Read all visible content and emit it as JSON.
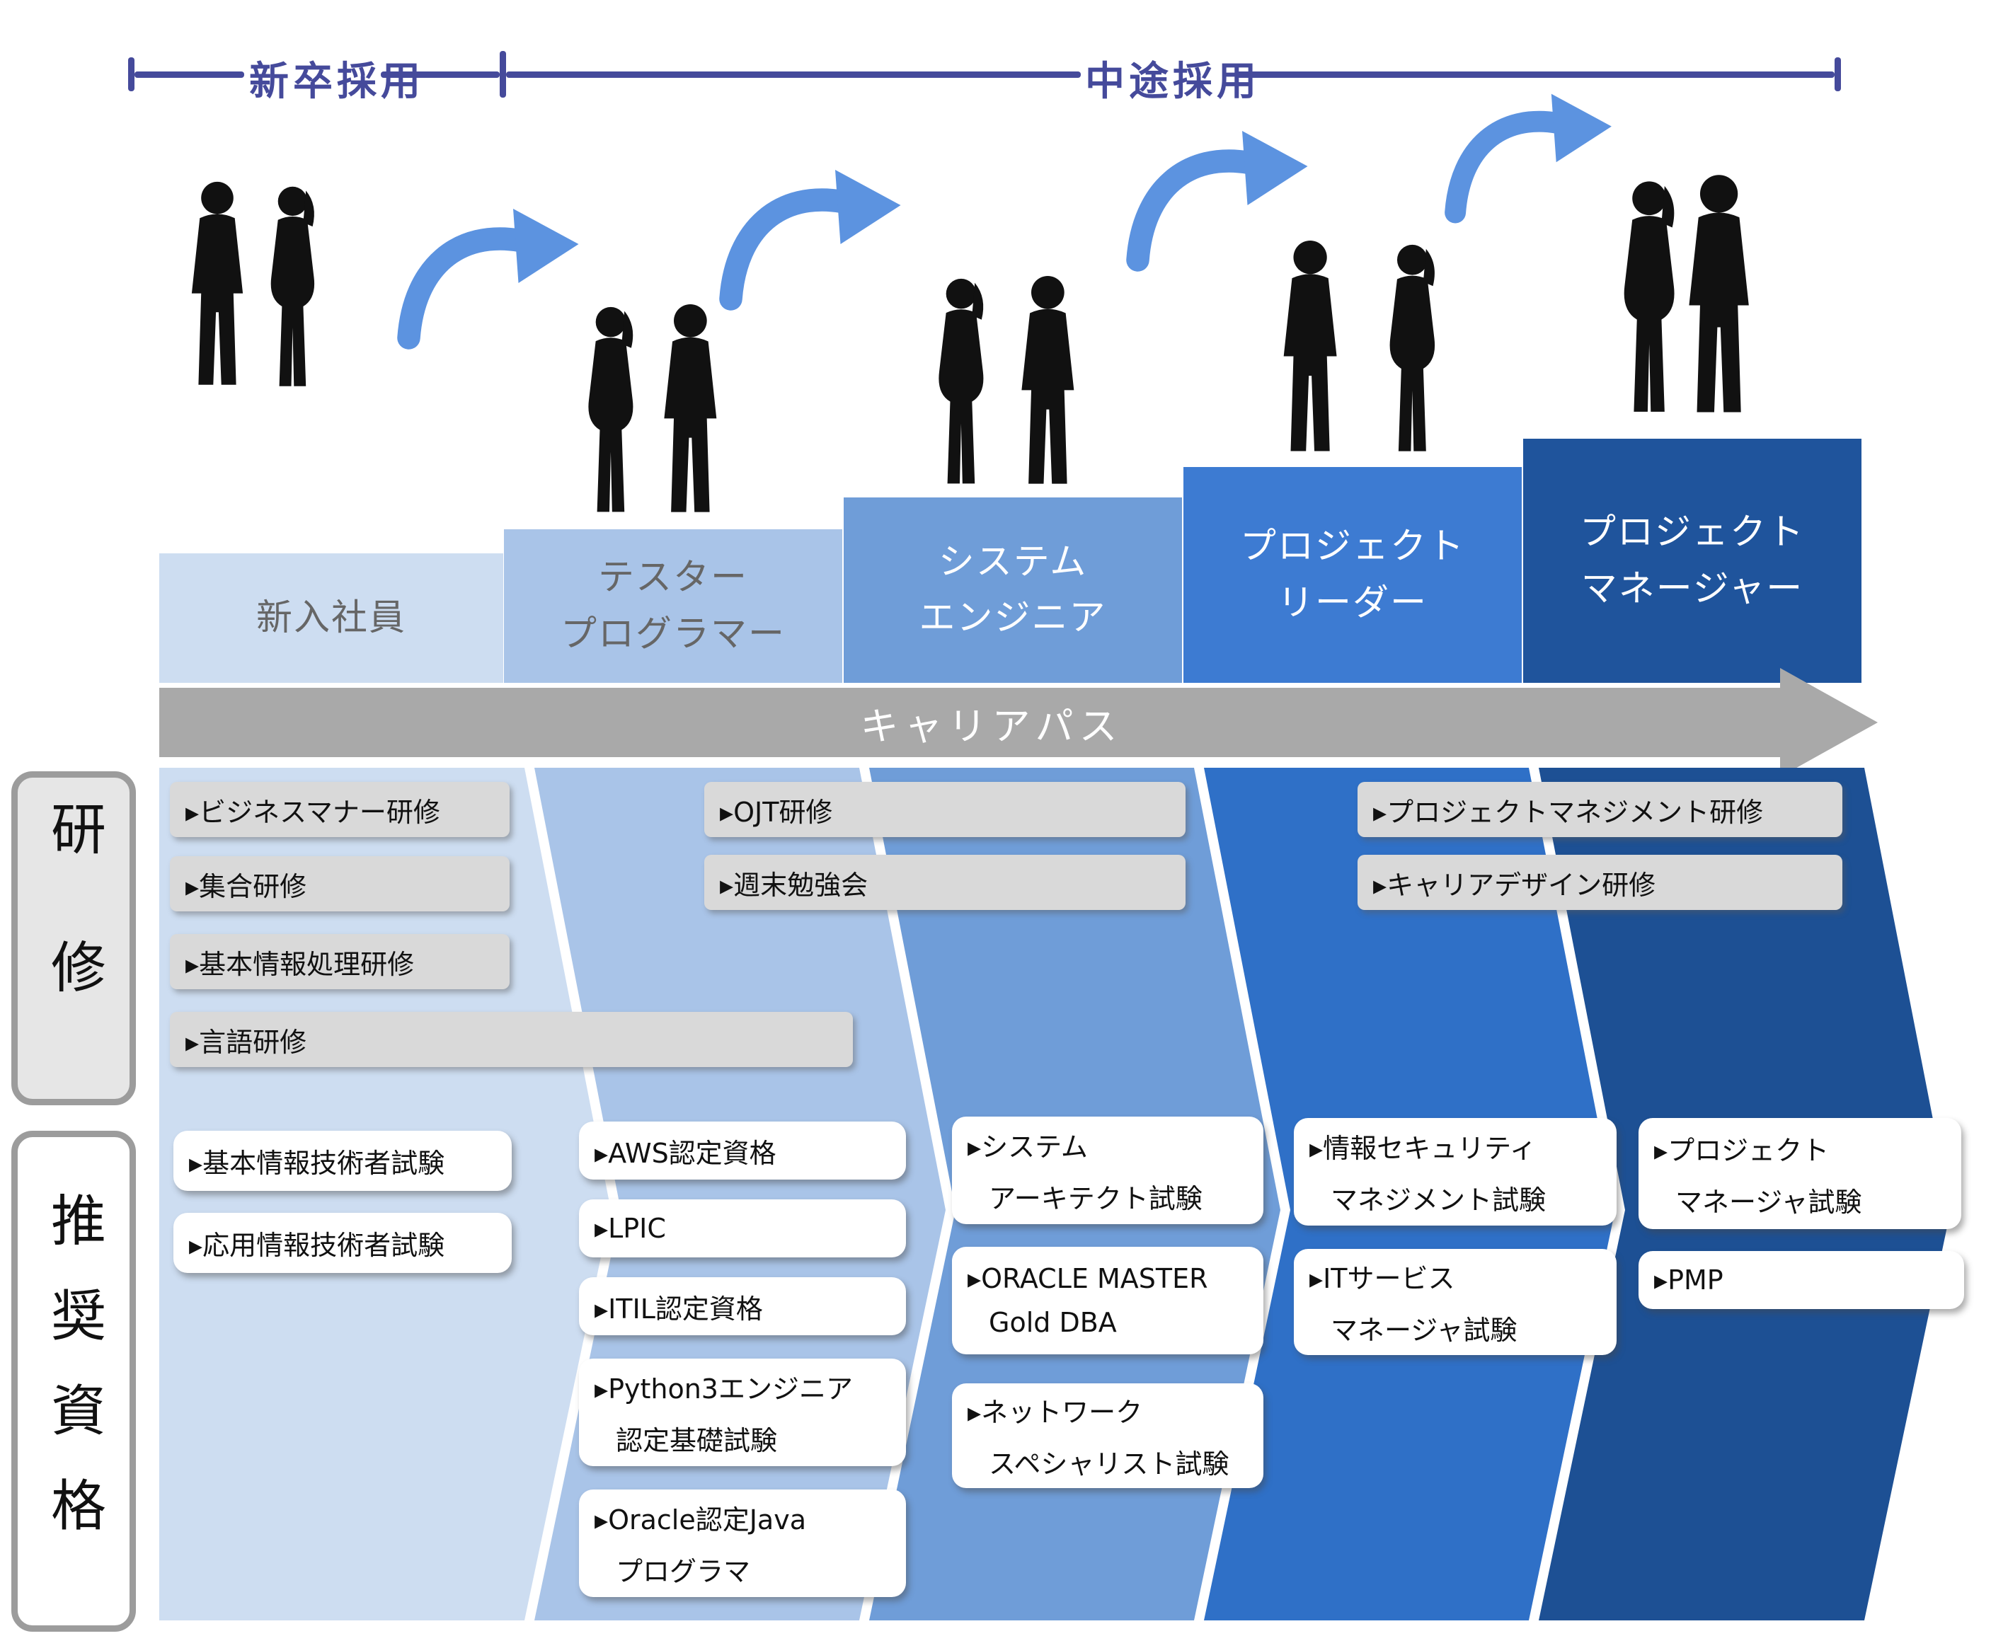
{
  "recruit_bracket": {
    "new_grad_label": "新卒採用",
    "mid_career_label": "中途採用"
  },
  "career_path": {
    "label": "キャリアパス"
  },
  "steps": [
    {
      "lines": [
        "新入社員"
      ]
    },
    {
      "lines": [
        "テスター",
        "プログラマー"
      ]
    },
    {
      "lines": [
        "システム",
        "エンジニア"
      ]
    },
    {
      "lines": [
        "プロジェクト",
        "リーダー"
      ]
    },
    {
      "lines": [
        "プロジェクト",
        "マネージャー"
      ]
    }
  ],
  "side_labels": {
    "training": "研修",
    "qualifications": "推奨資格"
  },
  "training": {
    "col1": [
      {
        "lines": [
          "▸ビジネスマナー研修"
        ]
      },
      {
        "lines": [
          "▸集合研修"
        ]
      },
      {
        "lines": [
          "▸基本情報処理研修"
        ]
      },
      {
        "lines": [
          "▸言語研修"
        ]
      }
    ],
    "col2": [
      {
        "lines": [
          "▸OJT研修"
        ]
      },
      {
        "lines": [
          "▸週末勉強会"
        ]
      }
    ],
    "col3": [
      {
        "lines": [
          "▸プロジェクトマネジメント研修"
        ]
      },
      {
        "lines": [
          "▸キャリアデザイン研修"
        ]
      }
    ]
  },
  "qualifications": {
    "col1": [
      {
        "lines": [
          "▸基本情報技術者試験"
        ]
      },
      {
        "lines": [
          "▸応用情報技術者試験"
        ]
      }
    ],
    "col2": [
      {
        "lines": [
          "▸AWS認定資格"
        ]
      },
      {
        "lines": [
          "▸LPIC"
        ]
      },
      {
        "lines": [
          "▸ITIL認定資格"
        ]
      },
      {
        "lines": [
          "▸Python3エンジニア",
          "認定基礎試験"
        ]
      },
      {
        "lines": [
          "▸Oracle認定Java",
          "プログラマ"
        ]
      }
    ],
    "col3": [
      {
        "lines": [
          "▸システム",
          "アーキテクト試験"
        ]
      },
      {
        "lines": [
          "▸ORACLE MASTER",
          "Gold DBA"
        ]
      },
      {
        "lines": [
          "▸ネットワーク",
          "スペシャリスト試験"
        ]
      }
    ],
    "col4": [
      {
        "lines": [
          "▸情報セキュリティ",
          "マネジメント試験"
        ]
      },
      {
        "lines": [
          "▸ITサービス",
          "マネージャ試験"
        ]
      }
    ],
    "col5": [
      {
        "lines": [
          "▸プロジェクト",
          "マネージャ試験"
        ]
      },
      {
        "lines": [
          "▸PMP"
        ]
      }
    ]
  },
  "icons": {
    "bullet": "▸",
    "curved_arrow": "swoosh-arrow",
    "person": "business-person-silhouette"
  },
  "colors": {
    "bracket_purple": "#454a9b",
    "swoosh_arrow_blue": "#5c93e0",
    "silhouette_black": "#111111",
    "career_arrow_gray": "#a9a9a9",
    "step_colors": [
      "#cdddf1",
      "#a9c4e8",
      "#6f9dd8",
      "#3d7bd2",
      "#1f549c"
    ],
    "band_colors": [
      "#cdddf1",
      "#a9c4e8",
      "#6f9dd8",
      "#2f70c7",
      "#1d5094"
    ],
    "training_box_gray": "#d9d9d9",
    "qualification_box_white": "#ffffff",
    "step_text_gray": "#666666",
    "step_text_white": "#ffffff",
    "rail_border_gray": "#9c9c9c"
  }
}
